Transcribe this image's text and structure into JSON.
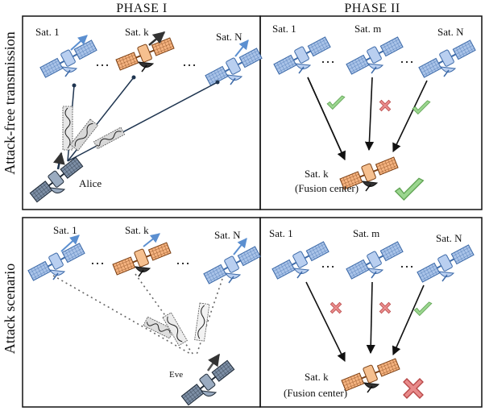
{
  "headers": {
    "phase1": "PHASE I",
    "phase2": "PHASE II"
  },
  "rows": {
    "top": "Attack-free transmission",
    "bottom": "Attack scenario"
  },
  "labels": {
    "sat1": "Sat. 1",
    "satk": "Sat. k",
    "satm": "Sat. m",
    "satn": "Sat. N",
    "alice": "Alice",
    "eve": "Eve",
    "fusion": "(Fusion center)",
    "ellipsis": "…"
  },
  "colors": {
    "blue_sat": "#8fb0dd",
    "orange_sat": "#f2a56b",
    "dark_sat": "#5b6f86",
    "check": "#8fd18a",
    "cross": "#e07b7b"
  },
  "icons": [
    "satellite-icon",
    "check-icon",
    "cross-icon",
    "signal-waveform-icon"
  ]
}
